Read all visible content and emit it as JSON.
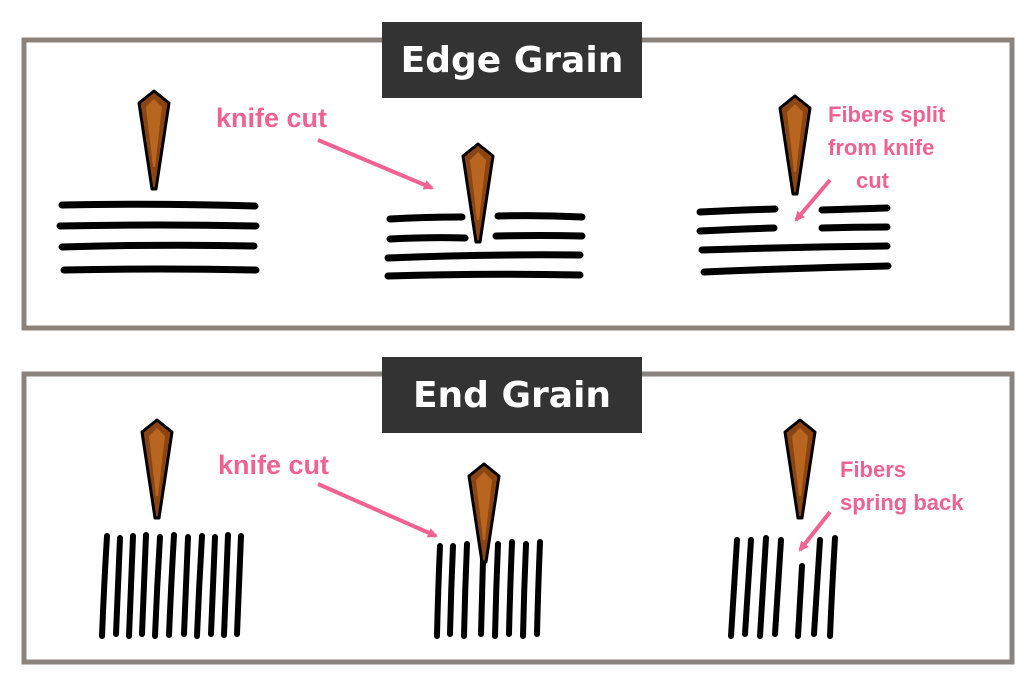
{
  "panels": [
    {
      "title": "Edge Grain",
      "annotations": [
        {
          "lines": [
            "knife cut"
          ]
        },
        {
          "lines": [
            "Fibers split",
            "from knife",
            "cut"
          ]
        }
      ]
    },
    {
      "title": "End Grain",
      "annotations": [
        {
          "lines": [
            "knife cut"
          ]
        },
        {
          "lines": [
            "Fibers",
            "spring back"
          ]
        }
      ]
    }
  ],
  "icons": [
    "knife-blade-icon"
  ],
  "colors": {
    "frame": "#8d837d",
    "title_bg": "#333333",
    "annotation": "#f06292",
    "blade_fill": "#8b4513",
    "blade_inner": "#b8651f",
    "fiber": "#000000"
  }
}
